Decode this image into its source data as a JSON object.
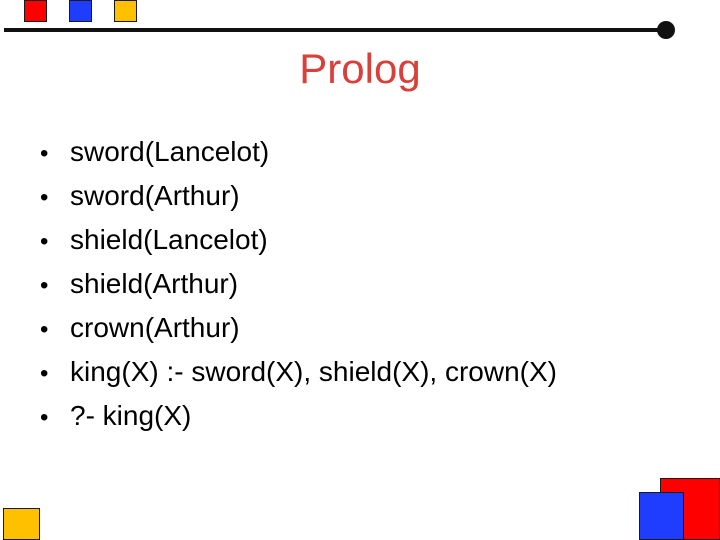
{
  "slide": {
    "title": "Prolog",
    "bullet_char": "•",
    "bullets": [
      "sword(Lancelot)",
      "sword(Arthur)",
      "shield(Lancelot)",
      "shield(Arthur)",
      "crown(Arthur)",
      "king(X) :- sword(X), shield(X), crown(X)",
      "?- king(X)"
    ]
  },
  "colors": {
    "title": "#d9403a",
    "red": "#ff0000",
    "blue": "#1f3dff",
    "yellow": "#ffc000",
    "rule": "#111111"
  }
}
